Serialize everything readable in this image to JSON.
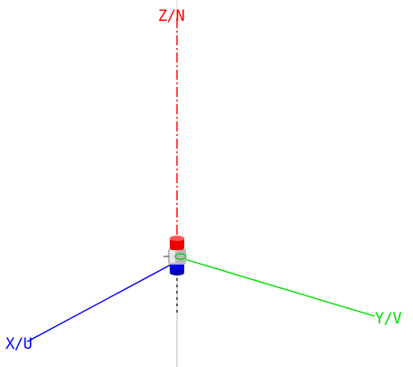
{
  "axes": {
    "z": {
      "label": "Z/N",
      "color": "#ff0000"
    },
    "y": {
      "label": "Y/V",
      "color": "#00dd00"
    },
    "x": {
      "label": "X/U",
      "color": "#0000ff"
    }
  },
  "origin_marker": {
    "top_color": "#ff0000",
    "middle_color": "#c0c0c0",
    "bottom_color": "#0000ff",
    "ring_color": "#00cc00"
  },
  "background": "#ffffff"
}
